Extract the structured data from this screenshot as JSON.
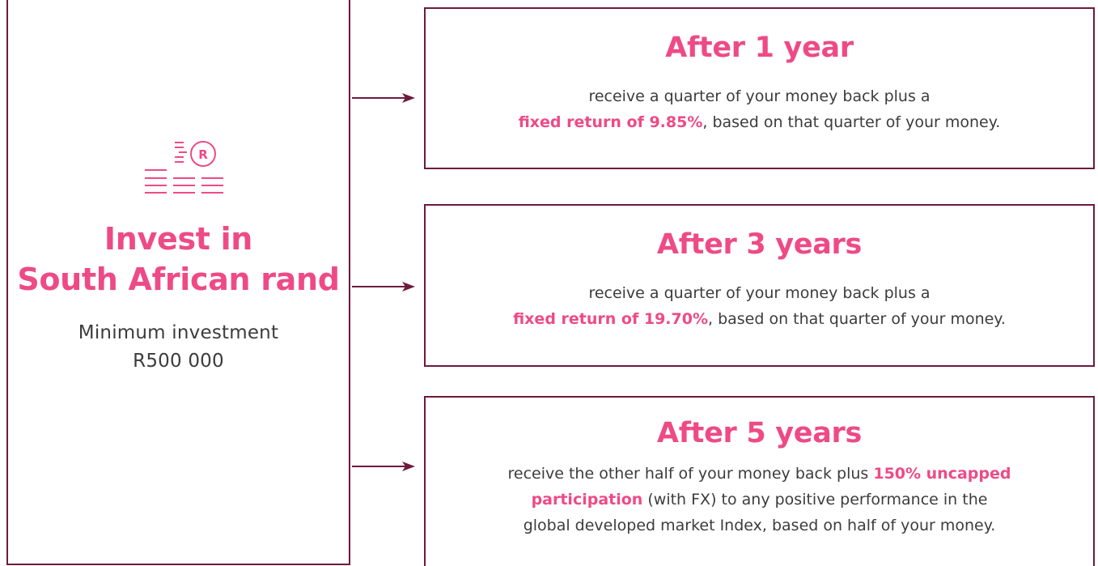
{
  "colors": {
    "accent": "#ee4a86",
    "border": "#6e1a3d",
    "text": "#3c3c3c"
  },
  "left": {
    "icon": "rand-coins-icon",
    "icon_letter": "R",
    "title_line1": "Invest in",
    "title_line2": "South African rand",
    "sub_line1": "Minimum investment",
    "sub_line2": "R500 000"
  },
  "boxes": [
    {
      "title": "After 1 year",
      "line1": "receive a quarter of your money back plus a",
      "highlight": "fixed return of 9.85%",
      "rest": ", based on that quarter of your money."
    },
    {
      "title": "After 3 years",
      "line1": "receive a quarter of your money back plus a",
      "highlight": "fixed return of 19.70%",
      "rest": ", based on that quarter of your money."
    },
    {
      "title": "After 5 years",
      "pre": "receive the other half of your money back plus ",
      "highlight_a": "150% uncapped",
      "highlight_b": "participation",
      "mid": " (with FX) to any positive performance in the",
      "line3": "global developed market Index, based on half of your money."
    }
  ]
}
